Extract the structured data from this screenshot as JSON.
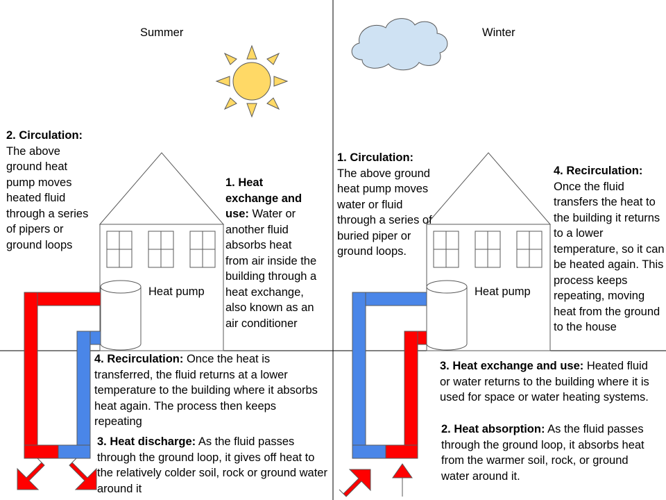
{
  "summer": {
    "title": "Summer",
    "pump_label": "Heat pump",
    "circulation": {
      "head": "2. Circulation:",
      "body": "The above ground heat pump moves heated fluid through a series of pipers or ground loops"
    },
    "exchange": {
      "head": "1. Heat exchange and use:",
      "body": " Water or another fluid absorbs heat from air inside the building through a heat exchange, also known as an air conditioner"
    },
    "recirculation": {
      "head": "4. Recirculation:",
      "body": " Once the heat is transferred, the fluid returns at a lower temperature to the building where it absorbs heat again. The process then keeps repeating"
    },
    "discharge": {
      "head": "3. Heat discharge:",
      "body": " As the fluid passes through the ground loop, it gives off heat to the relatively colder soil, rock or ground water around it"
    }
  },
  "winter": {
    "title": "Winter",
    "pump_label": "Heat pump",
    "circulation": {
      "head": "1. Circulation:",
      "body": "The above ground heat pump moves water or fluid through a series of buried piper or ground loops."
    },
    "recirculation": {
      "head": "4. Recirculation:",
      "body": "Once the fluid transfers the heat to the building it returns to a lower temperature, so it can be heated again. This process keeps repeating, moving heat from the ground to the house"
    },
    "exchange": {
      "head": "3. Heat exchange and use:",
      "body": " Heated fluid or water returns to the building where it is used for space or water heating systems."
    },
    "absorption": {
      "head": "2. Heat absorption:",
      "body": " As the fluid passes through the ground loop, it absorbs heat from the warmer soil, rock, or ground water around it."
    }
  },
  "colors": {
    "hot": "#ff0000",
    "cold": "#4a86e8",
    "sun": "#ffd966",
    "cloud": "#cfe2f3"
  }
}
